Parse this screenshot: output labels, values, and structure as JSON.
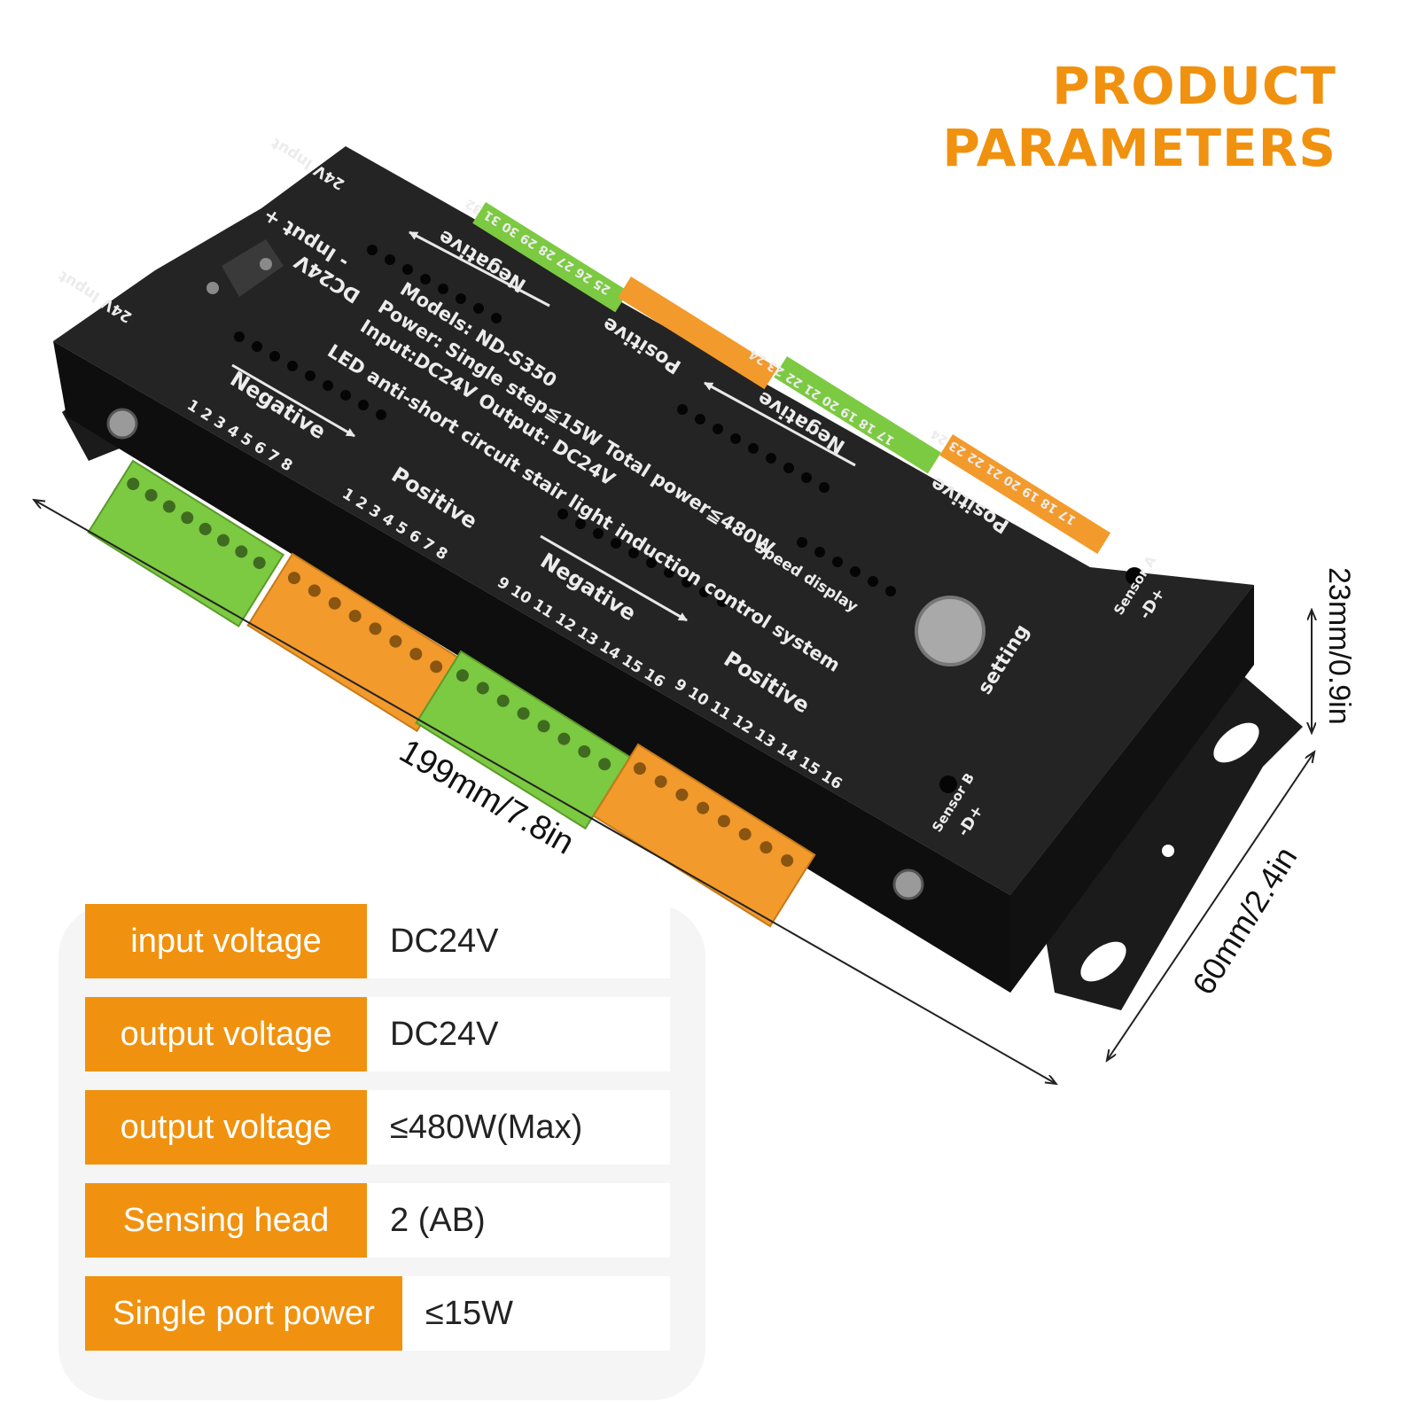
{
  "header": {
    "line1": "PRODUCT",
    "line2": "PARAMETERS"
  },
  "device": {
    "colors": {
      "body": "#1f1f1f",
      "green_terminal": "#7cc942",
      "orange_terminal": "#f29a2c"
    },
    "input_label": "24V Input",
    "dc_label": "DC24V",
    "input_pm": "- Input +",
    "models": "Models:  ND-S350",
    "power": "Power:  Single step≦15W Total power≦480W",
    "input_output": "Input:DC24V       Output:  DC24V",
    "system": "LED anti-short circuit stair light induction control system",
    "speed": "Speed display",
    "setting": "setting",
    "sensor_a": "Sensor A",
    "sensor_b": "Sensor B",
    "negative": "Negative",
    "positive": "Positive",
    "nums_1_8": "1 2 3 4 5 6 7 8",
    "nums_9_16": "9 10 11 12 13 14 15 16",
    "nums_17_24": "17 18 19 20 21 22 23 24",
    "nums_25_32": "25 26 27 28 29 30 31 32",
    "sensor_pins": "-D+"
  },
  "dimensions": {
    "length": "199mm/7.8in",
    "width": "60mm/2.4in",
    "height": "23mm/0.9in"
  },
  "params": [
    {
      "label": "input voltage",
      "value": "DC24V"
    },
    {
      "label": "output voltage",
      "value": "DC24V"
    },
    {
      "label": "output voltage",
      "value": "≤480W(Max)"
    },
    {
      "label": "Sensing head",
      "value": "2 (AB)"
    },
    {
      "label": "Single port power",
      "value": "≤15W"
    }
  ]
}
